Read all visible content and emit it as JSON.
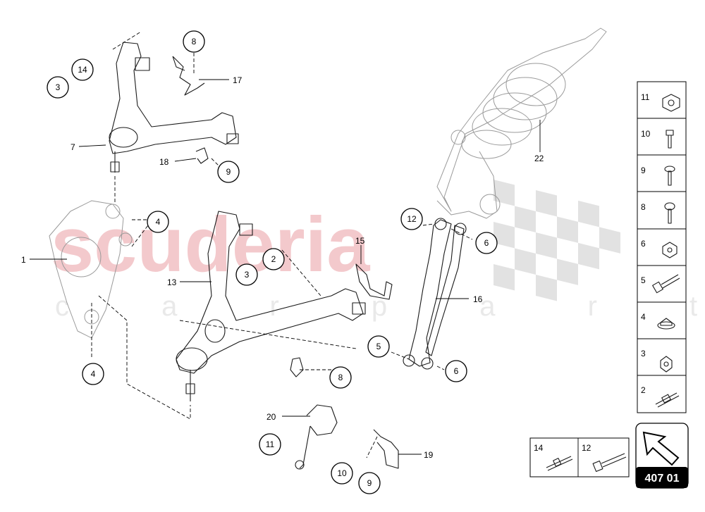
{
  "watermark": {
    "main": "scuderia",
    "sub": "c a r p a r t s"
  },
  "diagram_ref": "407 01",
  "callouts": [
    {
      "id": "c3a",
      "label": "3"
    },
    {
      "id": "c14",
      "label": "14"
    },
    {
      "id": "c8a",
      "label": "8"
    },
    {
      "id": "c17",
      "label": "17"
    },
    {
      "id": "c7",
      "label": "7"
    },
    {
      "id": "c18",
      "label": "18"
    },
    {
      "id": "c9a",
      "label": "9"
    },
    {
      "id": "c22",
      "label": "22"
    },
    {
      "id": "c4a",
      "label": "4"
    },
    {
      "id": "c1",
      "label": "1"
    },
    {
      "id": "c4b",
      "label": "4"
    },
    {
      "id": "c13",
      "label": "13"
    },
    {
      "id": "c3b",
      "label": "3"
    },
    {
      "id": "c2",
      "label": "2"
    },
    {
      "id": "c15",
      "label": "15"
    },
    {
      "id": "c12",
      "label": "12"
    },
    {
      "id": "c6a",
      "label": "6"
    },
    {
      "id": "c16",
      "label": "16"
    },
    {
      "id": "c5",
      "label": "5"
    },
    {
      "id": "c6b",
      "label": "6"
    },
    {
      "id": "c8b",
      "label": "8"
    },
    {
      "id": "c20",
      "label": "20"
    },
    {
      "id": "c11",
      "label": "11"
    },
    {
      "id": "c19",
      "label": "19"
    },
    {
      "id": "c10",
      "label": "10"
    },
    {
      "id": "c9b",
      "label": "9"
    }
  ],
  "parts_table": [
    {
      "number": "11",
      "icon": "nut-flange-icon"
    },
    {
      "number": "10",
      "icon": "short-bolt-icon"
    },
    {
      "number": "9",
      "icon": "bolt-icon"
    },
    {
      "number": "8",
      "icon": "bolt-icon"
    },
    {
      "number": "6",
      "icon": "nut-icon"
    },
    {
      "number": "5",
      "icon": "long-bolt-icon"
    },
    {
      "number": "4",
      "icon": "flange-nut-icon"
    },
    {
      "number": "3",
      "icon": "nut-icon"
    },
    {
      "number": "2",
      "icon": "stud-icon"
    }
  ],
  "bottom_table": [
    {
      "number": "14",
      "icon": "stud-icon"
    },
    {
      "number": "12",
      "icon": "long-bolt-icon"
    }
  ]
}
